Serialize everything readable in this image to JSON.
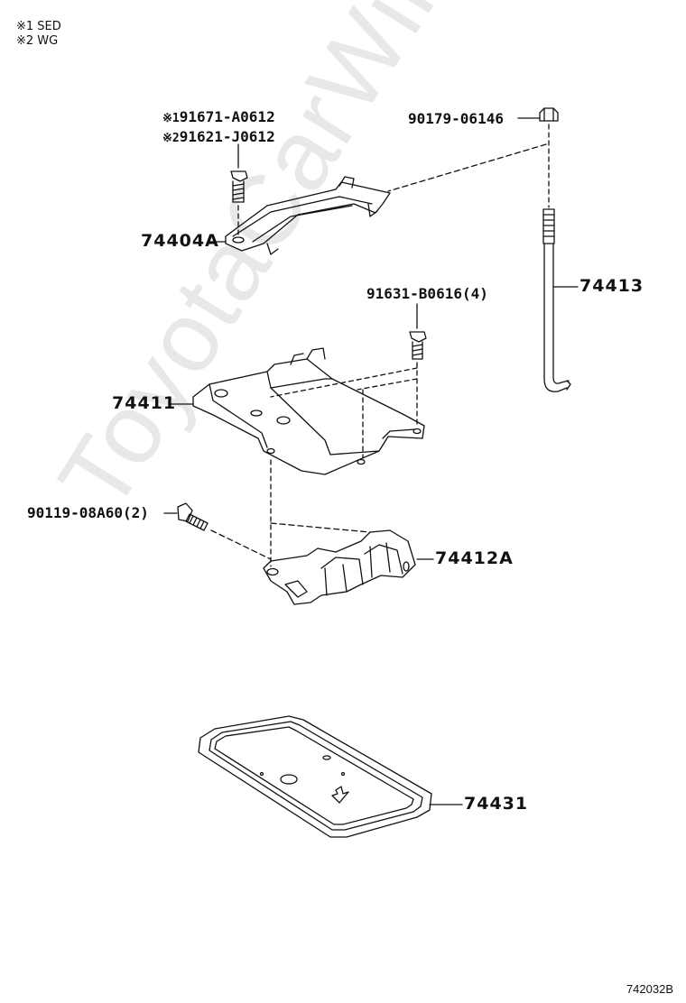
{
  "notes": [
    "※1 SED",
    "※2 WG"
  ],
  "watermark": "ToyotaCarWiner.ru",
  "diagram_code": "742032B",
  "parts": {
    "bolt_sed": {
      "mark": "※1",
      "number": "91671-A0612"
    },
    "bolt_wg": {
      "mark": "※2",
      "number": "91621-J0612"
    },
    "nut": "90179-06146",
    "clamp": "74404A",
    "rod": "74413",
    "tray_bolt": "91631-B0616(4)",
    "tray": "74411",
    "bracket_bolt": "90119-08A60(2)",
    "bracket": "74412A",
    "mat": "74431"
  }
}
